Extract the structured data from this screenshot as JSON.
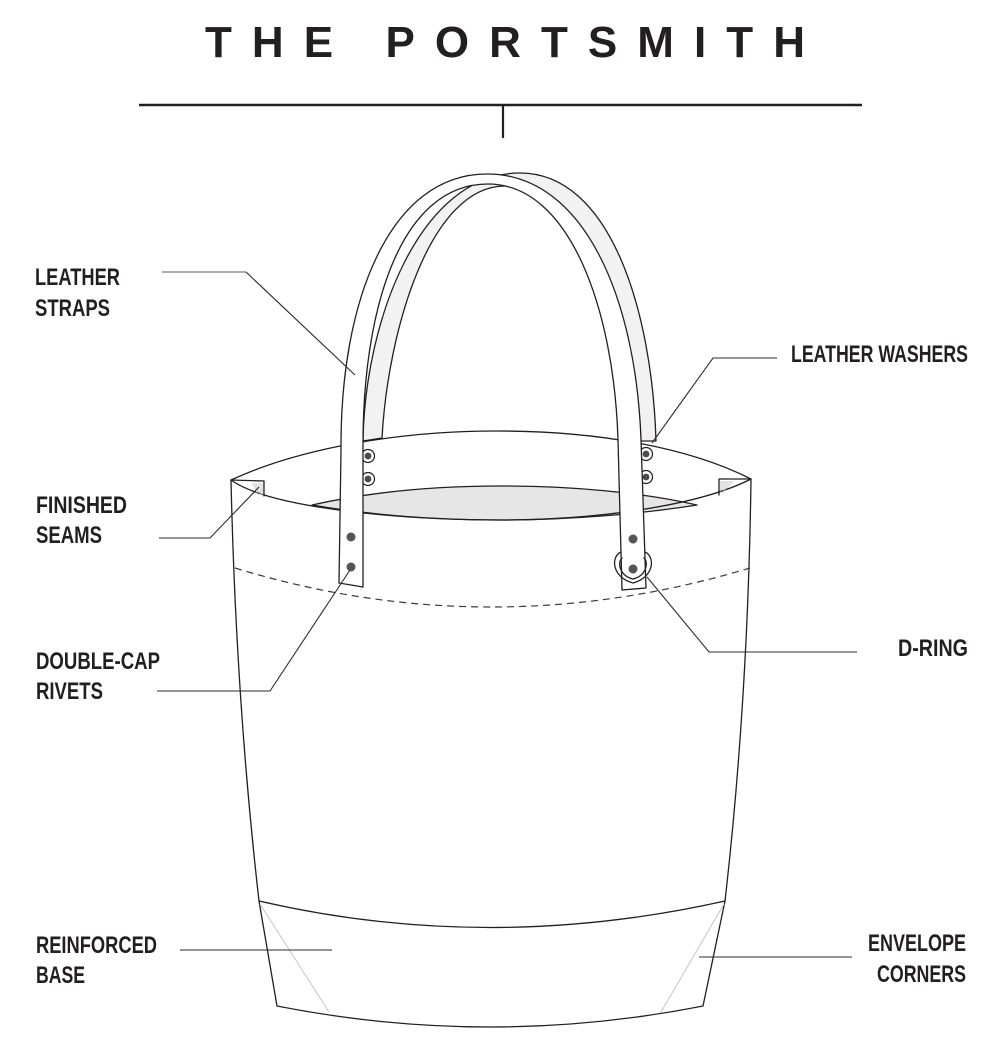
{
  "title": "THE PORTSMITH",
  "labels": {
    "leather_straps": [
      "LEATHER",
      "STRAPS"
    ],
    "leather_washers": "LEATHER WASHERS",
    "finished_seams": [
      "FINISHED",
      "SEAMS"
    ],
    "double_cap_rivets": [
      "DOUBLE-CAP",
      "RIVETS"
    ],
    "d_ring": "D-RING",
    "reinforced_base": [
      "REINFORCED",
      "BASE"
    ],
    "envelope_corners": [
      "ENVELOPE",
      "CORNERS"
    ]
  },
  "colors": {
    "ink": "#231f20",
    "strap_inner_face": "#f2f2f2",
    "bag_interior": "#e6e6e6",
    "corner_fold": "#c8c8c8",
    "rivet": "#555555",
    "background": "#ffffff"
  }
}
